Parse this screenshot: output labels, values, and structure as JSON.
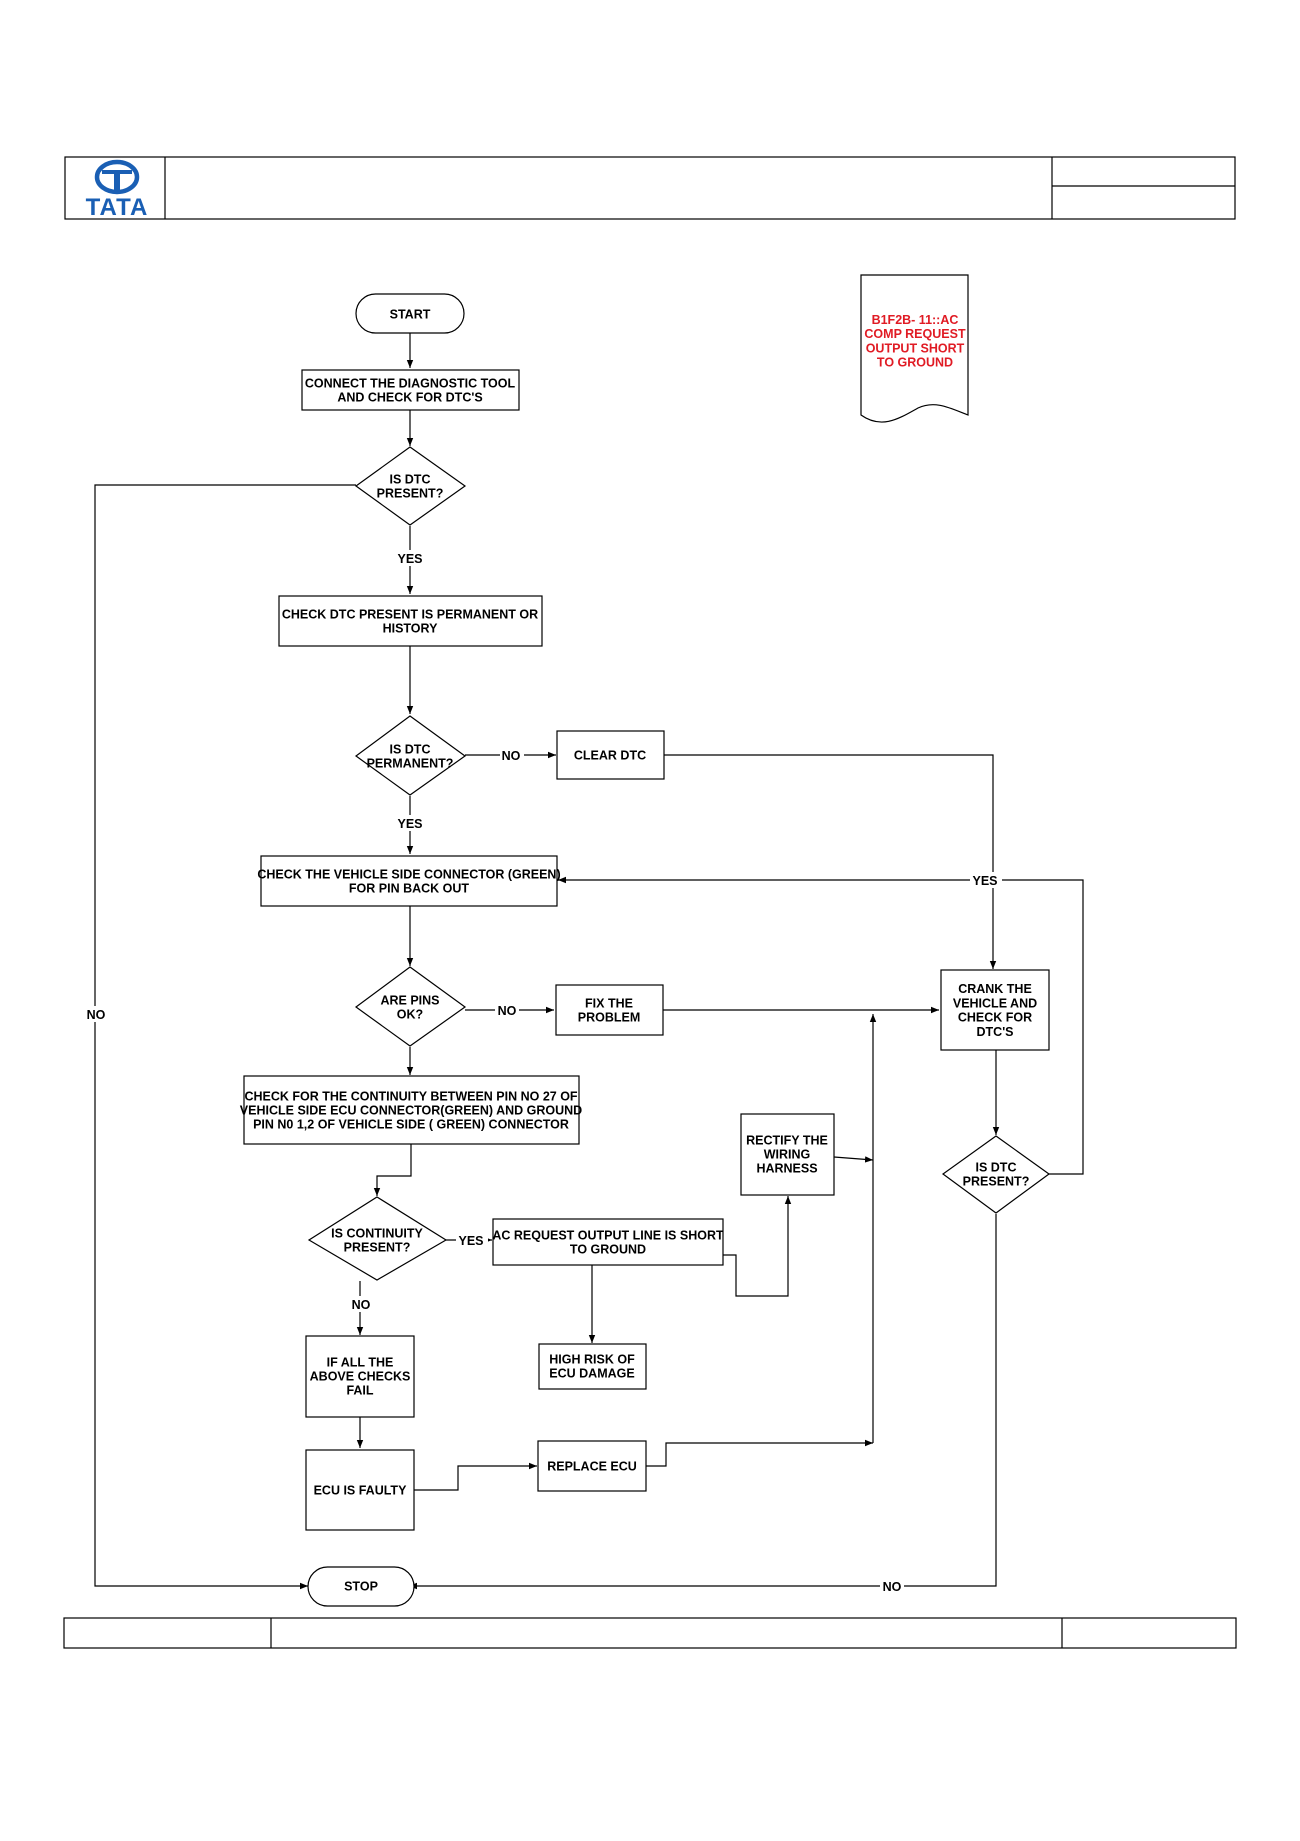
{
  "brand": {
    "name": "TATA",
    "color": "#1a5fb4",
    "logo_icon": "tata-logo-icon"
  },
  "header": {
    "title": "",
    "doc_info_top": "",
    "doc_info_bottom": ""
  },
  "footer": {
    "left": "",
    "center": "",
    "right": ""
  },
  "dtc_tag": {
    "lines": [
      "B1F2B- 11::AC",
      "COMP REQUEST",
      "OUTPUT SHORT",
      "TO GROUND"
    ],
    "color": "#e01b24"
  },
  "nodes": {
    "start": [
      "START"
    ],
    "connect_tool": [
      "CONNECT THE DIAGNOSTIC TOOL",
      "AND CHECK FOR  DTC'S"
    ],
    "dtc_present_1": [
      "IS  DTC",
      "PRESENT?"
    ],
    "check_permanent": [
      "CHECK DTC  PRESENT IS PERMANENT OR",
      "HISTORY"
    ],
    "dtc_permanent": [
      "IS  DTC",
      "PERMANENT?"
    ],
    "clear_dtc": [
      "CLEAR DTC"
    ],
    "check_connector": [
      "CHECK THE VEHICLE SIDE CONNECTOR (GREEN)",
      "FOR PIN BACK OUT"
    ],
    "pins_ok": [
      "ARE PINS",
      "OK?"
    ],
    "fix_problem": [
      "FIX THE",
      "PROBLEM"
    ],
    "crank_vehicle": [
      "CRANK THE",
      "VEHICLE AND",
      "CHECK FOR",
      "DTC'S"
    ],
    "check_continuity": [
      "CHECK FOR THE CONTINUITY BETWEEN PIN NO 27 OF",
      "VEHICLE SIDE ECU CONNECTOR(GREEN) AND  GROUND",
      "PIN N0 1,2 OF VEHICLE SIDE ( GREEN) CONNECTOR"
    ],
    "rectify_harness": [
      "RECTIFY THE",
      "WIRING",
      "HARNESS"
    ],
    "dtc_present_2": [
      "IS  DTC",
      "PRESENT?"
    ],
    "continuity_present": [
      "IS CONTINUITY",
      "PRESENT?"
    ],
    "short_to_ground": [
      "AC REQUEST OUTPUT LINE IS SHORT",
      "TO GROUND"
    ],
    "high_risk": [
      "HIGH RISK OF",
      "ECU DAMAGE"
    ],
    "all_checks_fail": [
      "IF ALL THE",
      "ABOVE CHECKS",
      "FAIL"
    ],
    "ecu_faulty": [
      "ECU IS FAULTY"
    ],
    "replace_ecu": [
      "REPLACE ECU"
    ],
    "stop": [
      "STOP"
    ]
  },
  "edge_labels": {
    "yes": "YES",
    "no": "NO"
  }
}
